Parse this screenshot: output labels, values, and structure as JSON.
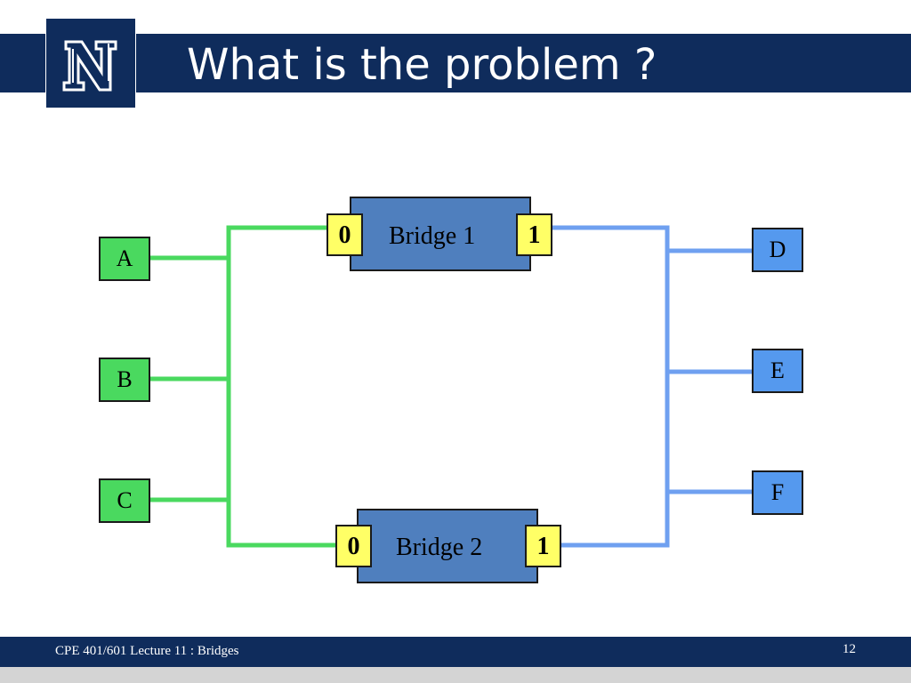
{
  "slide": {
    "title": "What is the problem ?",
    "logo_letter": "N"
  },
  "lan1_hosts": [
    {
      "label": "A"
    },
    {
      "label": "B"
    },
    {
      "label": "C"
    }
  ],
  "lan2_hosts": [
    {
      "label": "D"
    },
    {
      "label": "E"
    },
    {
      "label": "F"
    }
  ],
  "bridges": [
    {
      "label": "Bridge 1",
      "port_left": "0",
      "port_right": "1"
    },
    {
      "label": "Bridge 2",
      "port_left": "0",
      "port_right": "1"
    }
  ],
  "footer": {
    "course": "CPE 401/601 Lecture 11 : Bridges",
    "page_number": "12"
  },
  "colors": {
    "navy": "#0f2c5c",
    "lan_green": "#4ad95f",
    "lan_blue": "#6fa0f0",
    "host_green": "#4ad95f",
    "host_blue": "#5599ee",
    "bridge_body": "#4f7fbe",
    "port_yellow": "#ffff66"
  }
}
